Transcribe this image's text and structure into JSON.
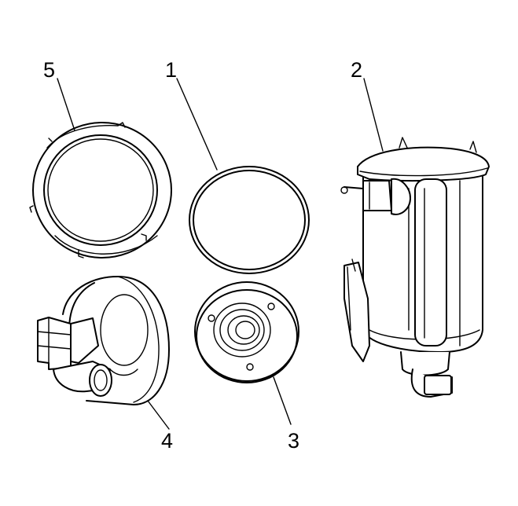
{
  "callouts": {
    "one": "1",
    "two": "2",
    "three": "3",
    "four": "4",
    "five": "5"
  },
  "colors": {
    "ink": "#000000",
    "paper": "#ffffff"
  }
}
